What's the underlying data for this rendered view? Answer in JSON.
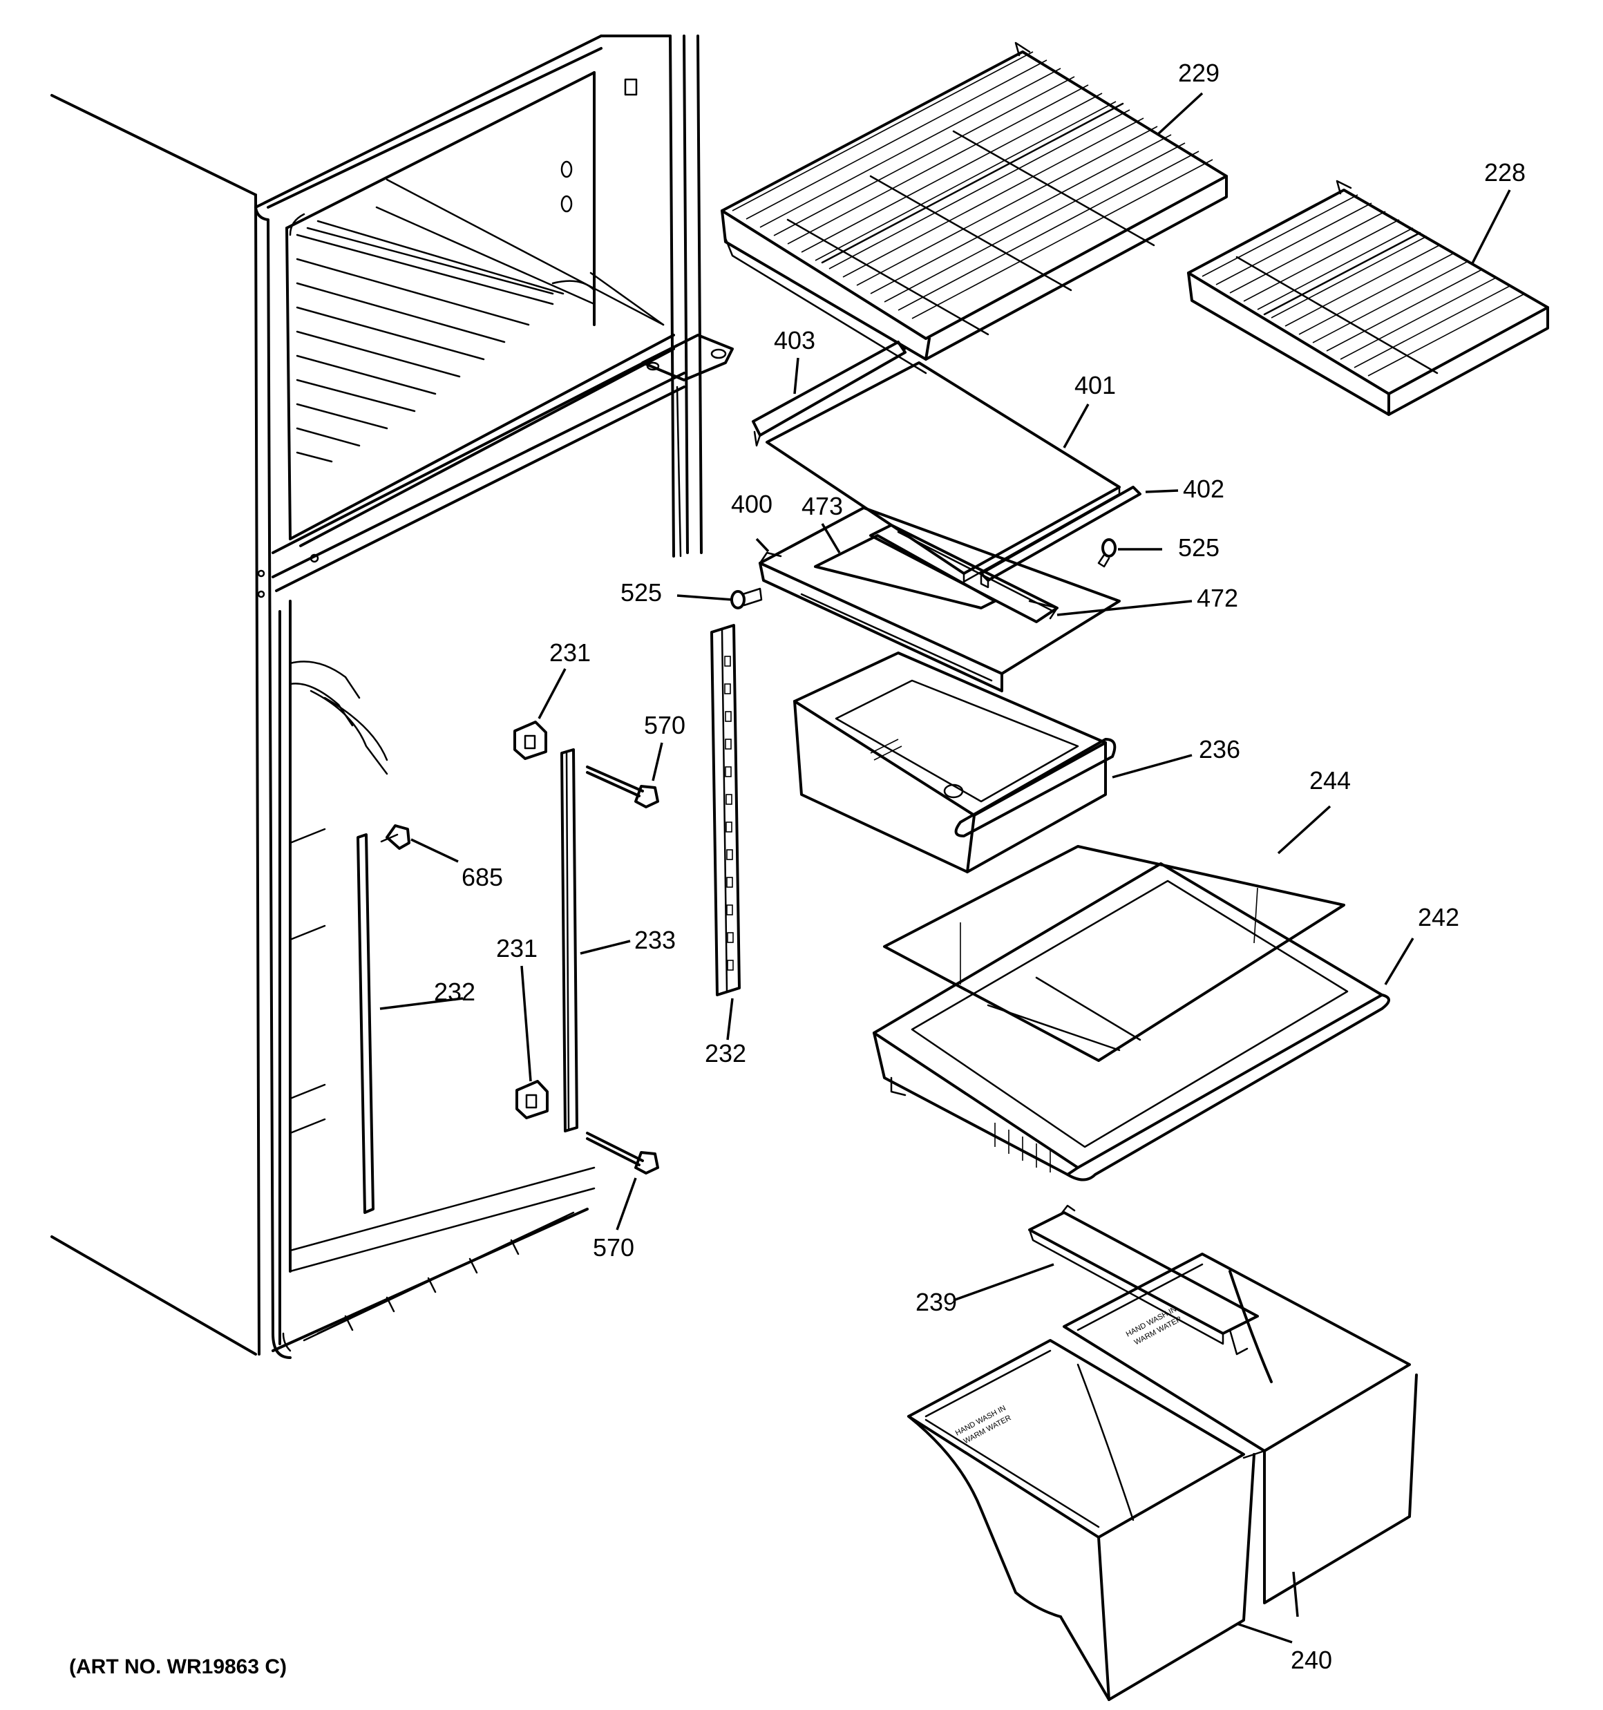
{
  "art_number": "(ART NO. WR19863 C)",
  "callouts": [
    {
      "id": "c229",
      "text": "229"
    },
    {
      "id": "c228",
      "text": "228"
    },
    {
      "id": "c403",
      "text": "403"
    },
    {
      "id": "c401",
      "text": "401"
    },
    {
      "id": "c402",
      "text": "402"
    },
    {
      "id": "c400",
      "text": "400"
    },
    {
      "id": "c473",
      "text": "473"
    },
    {
      "id": "c525a",
      "text": "525"
    },
    {
      "id": "c525b",
      "text": "525"
    },
    {
      "id": "c472",
      "text": "472"
    },
    {
      "id": "c231a",
      "text": "231"
    },
    {
      "id": "c570a",
      "text": "570"
    },
    {
      "id": "c236",
      "text": "236"
    },
    {
      "id": "c244",
      "text": "244"
    },
    {
      "id": "c685",
      "text": "685"
    },
    {
      "id": "c233",
      "text": "233"
    },
    {
      "id": "c231b",
      "text": "231"
    },
    {
      "id": "c232a",
      "text": "232"
    },
    {
      "id": "c232b",
      "text": "232"
    },
    {
      "id": "c242",
      "text": "242"
    },
    {
      "id": "c570b",
      "text": "570"
    },
    {
      "id": "c239",
      "text": "239"
    },
    {
      "id": "c240",
      "text": "240"
    }
  ],
  "bin_text": [
    "HAND WASH IN",
    "WARM WATER"
  ]
}
